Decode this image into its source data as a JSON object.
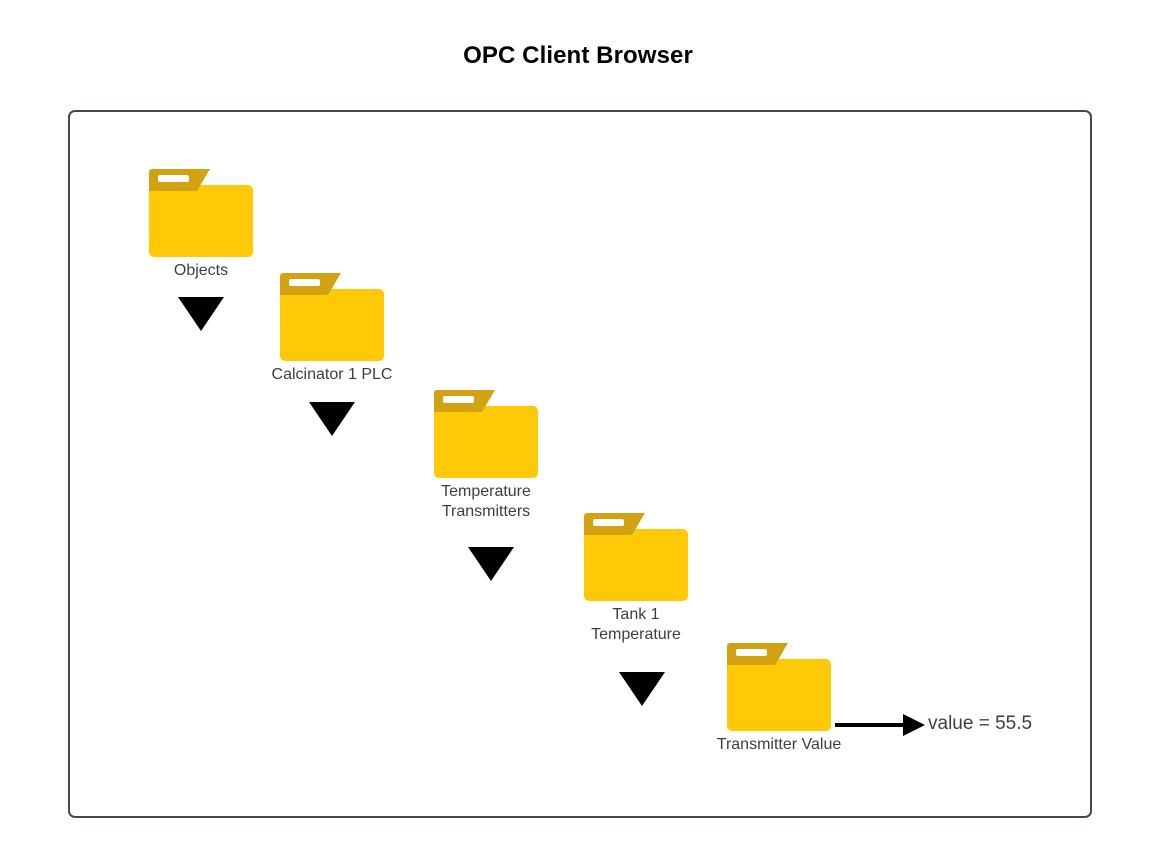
{
  "page": {
    "title": "OPC Client Browser"
  },
  "diagram": {
    "type": "tree-hierarchy",
    "border_color": "#434A54",
    "folder_body_color": "#FFC907",
    "folder_tab_color": "#D1A312",
    "arrow_color": "#000000",
    "label_color": "#3A3F47",
    "nodes": [
      {
        "id": "objects",
        "label": "Objects",
        "icon": "folder-icon"
      },
      {
        "id": "calcinator-1-plc",
        "label": "Calcinator 1 PLC",
        "icon": "folder-icon"
      },
      {
        "id": "temperature-transmitters",
        "label_line1": "Temperature",
        "label_line2": "Transmitters",
        "icon": "folder-icon"
      },
      {
        "id": "tank-1-temperature",
        "label_line1": "Tank 1",
        "label_line2": "Temperature",
        "icon": "folder-icon"
      },
      {
        "id": "transmitter-value",
        "label": "Transmitter Value",
        "icon": "folder-icon"
      }
    ],
    "value_readout": "value = 55.5"
  }
}
